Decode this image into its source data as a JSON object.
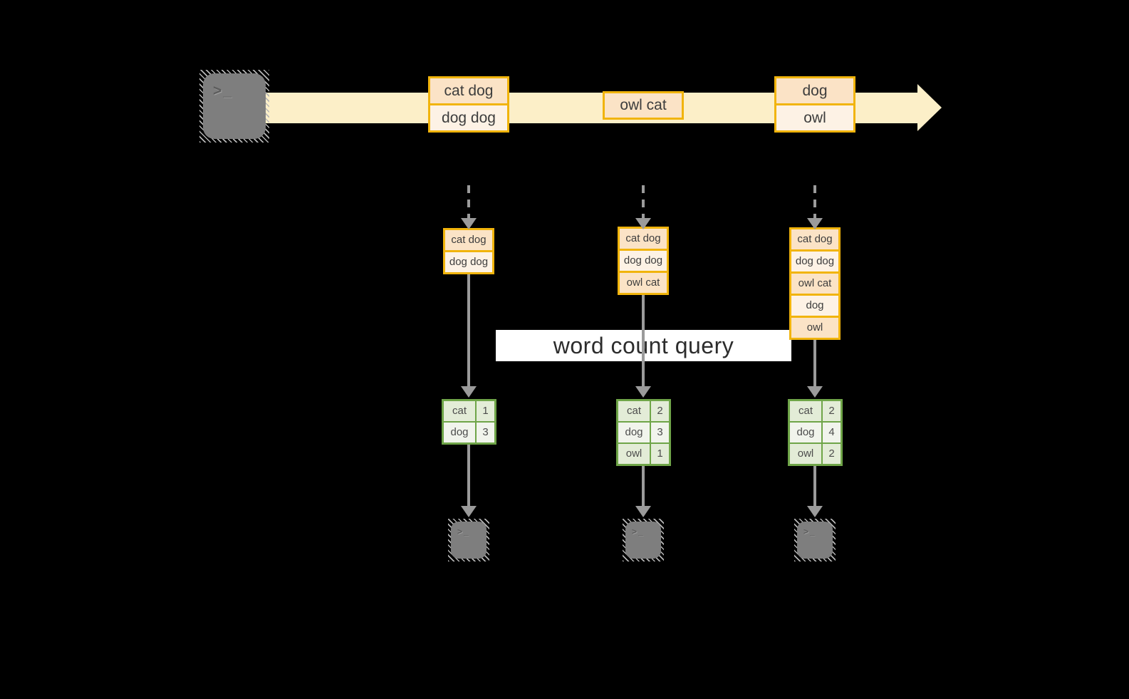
{
  "colors": {
    "bg": "#000000",
    "band": "#fcefc8",
    "borderOrange": "#f1b40c",
    "fillDark": "#fbe3c6",
    "fillLight": "#fdf2e5",
    "borderGreen": "#6fa548",
    "greenDark": "#e3ecd7",
    "greenLight": "#f1f4ec",
    "arrowGray": "#9b9b9b",
    "termGray": "#7e7e7e",
    "hatch": "#b5b5b5",
    "textDark": "#3d3d3d",
    "bannerBg": "#ffffff",
    "bannerText": "#2c2c2c"
  },
  "stream": {
    "source_terminal": {
      "prompt": ">_"
    },
    "batches": [
      [
        "cat dog",
        "dog dog"
      ],
      [
        "owl cat"
      ],
      [
        "dog",
        "owl"
      ]
    ]
  },
  "micro_batches": [
    [
      "cat dog",
      "dog dog"
    ],
    [
      "cat dog",
      "dog dog",
      "owl cat"
    ],
    [
      "cat dog",
      "dog dog",
      "owl cat",
      "dog",
      "owl"
    ]
  ],
  "query": {
    "label": "word count query"
  },
  "word_counts": [
    [
      {
        "word": "cat",
        "count": "1"
      },
      {
        "word": "dog",
        "count": "3"
      }
    ],
    [
      {
        "word": "cat",
        "count": "2"
      },
      {
        "word": "dog",
        "count": "3"
      },
      {
        "word": "owl",
        "count": "1"
      }
    ],
    [
      {
        "word": "cat",
        "count": "2"
      },
      {
        "word": "dog",
        "count": "4"
      },
      {
        "word": "owl",
        "count": "2"
      }
    ]
  ],
  "sink_terminals": [
    {
      "prompt": ">_"
    },
    {
      "prompt": ">_"
    },
    {
      "prompt": ">_"
    }
  ]
}
